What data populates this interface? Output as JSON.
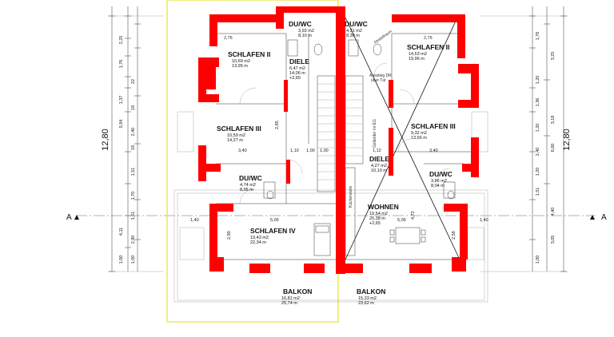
{
  "dimensions": {
    "total_left": "12,80",
    "total_right": "12,80",
    "left_chain": [
      "2,25",
      "1,76",
      "22",
      "1,37",
      "18",
      "18",
      "5,94",
      "2,40",
      "1,51",
      "1,70",
      "1,51",
      "4,11",
      "2,90",
      "1,00",
      "1,00"
    ],
    "right_chain": [
      "1,76",
      "3,25",
      "1,20",
      "1,36",
      "3,18",
      "1,20",
      "6,00",
      "2,40",
      "1,20",
      "1,51",
      "4,40",
      "3,05",
      "1,00"
    ],
    "horizontal": [
      "2,75",
      "2,75",
      "3,40",
      "1,10",
      "1,00",
      "1,00",
      "1,12",
      "3,40",
      "1,40",
      "5,05",
      "5,05",
      "1,40",
      "4,72",
      "2,85",
      "2,90",
      "2,58"
    ]
  },
  "section_marker": {
    "left": "A",
    "right": "A"
  },
  "rooms": {
    "duwc_top_left": {
      "name": "DU/WC",
      "area": "3,93 m2",
      "perimeter": "8,10 m"
    },
    "duwc_top_right": {
      "name": "DU/WC",
      "area": "4,31 m2",
      "perimeter": "8,30 m"
    },
    "schlafen2_left": {
      "name": "SCHLAFEN II",
      "area": "10,69 m2",
      "perimeter": "13,95 m"
    },
    "schlafen2_right": {
      "name": "SCHLAFEN II",
      "area": "14,53 m2",
      "perimeter": "19,96 m"
    },
    "diele_left": {
      "name": "DIELE",
      "area": "6,47 m2",
      "perimeter": "14,06 m",
      "extra": "+2,65"
    },
    "schlafen3_left": {
      "name": "SCHLAFEN III",
      "area": "10,59 m2",
      "perimeter": "14,27 m"
    },
    "schlafen3_right": {
      "name": "SCHLAFEN III",
      "area": "9,32 m2",
      "perimeter": "13,66 m"
    },
    "diele_right": {
      "name": "DIELE",
      "area": "4,27 m2",
      "perimeter": "10,10 m"
    },
    "duwc_mid_left": {
      "name": "DU/WC",
      "area": "4,74 m2",
      "perimeter": "8,95 m"
    },
    "duwc_mid_right": {
      "name": "DU/WC",
      "area": "3,86 m2",
      "perimeter": "8,04 m"
    },
    "wohnen": {
      "name": "WOHNEN",
      "area": "19,54 m2",
      "perimeter": "20,38 m",
      "extra": "+2,65"
    },
    "schlafen4": {
      "name": "SCHLAFEN IV",
      "area": "19,43 m2",
      "perimeter": "22,34 m"
    },
    "balkon_left": {
      "name": "BALKON",
      "area": "16,81 m2",
      "perimeter": "25,74 m"
    },
    "balkon_right": {
      "name": "BALKON",
      "area": "15,33 m2",
      "perimeter": "23,62 m"
    }
  },
  "annotations": {
    "abstellraum": "Abstellraum",
    "kuechenzeile": "Küchenzeile",
    "gelaender": "Geländer im EG",
    "ausstieg": "Ausstieg DR",
    "tuer": "über Tür"
  },
  "colors": {
    "wall": "#ff0000",
    "highlight": "#ffff66",
    "line": "#333333"
  }
}
